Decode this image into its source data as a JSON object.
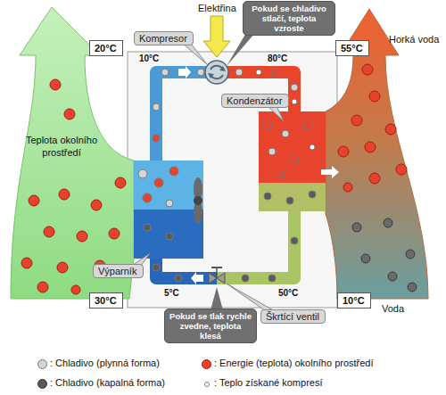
{
  "diagram": {
    "nodes": [
      {
        "text": [
          "20°C"
        ]
      },
      {
        "text": [
          "Kompresor"
        ]
      },
      {
        "text": [
          "Pokud se chladivo stlačí, teplota vzroste"
        ]
      },
      {
        "text": [
          "55°C"
        ]
      },
      {
        "text": [
          "Kondenzátor"
        ]
      },
      {
        "text": [
          "Výparník"
        ]
      },
      {
        "text": [
          "30°C"
        ]
      },
      {
        "text": [
          "Pokud se tlak rychle zvedne, teplota klesá"
        ]
      },
      {
        "text": [
          "Škrtící ventil"
        ]
      },
      {
        "text": [
          "10°C"
        ]
      }
    ],
    "labels": [
      "Elektřina",
      "10°C",
      "80°C",
      "Horká voda",
      "Teplota okolního prostředí",
      "5°C",
      "50°C",
      "Voda"
    ],
    "legend": [
      {
        "text": ": Chladivo (plynná forma)",
        "color": "#d4d4d4"
      },
      {
        "text": ": Energie (teplota) okolního prostředí",
        "color": "#e8412c"
      },
      {
        "text": ": Chladivo (kapalná forma)",
        "color": "#5a5a5a"
      },
      {
        "text": ": Teplo získané kompresí",
        "color": "#ffffff"
      }
    ]
  }
}
